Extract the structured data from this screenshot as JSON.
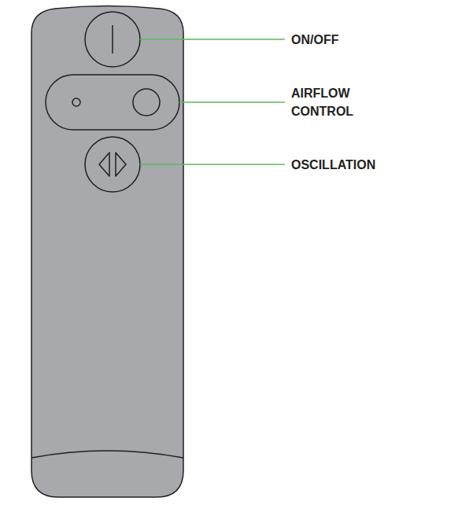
{
  "diagram": {
    "labels": [
      "ON/OFF",
      "AIRFLOW CONTROL",
      "OSCILLATION"
    ]
  }
}
